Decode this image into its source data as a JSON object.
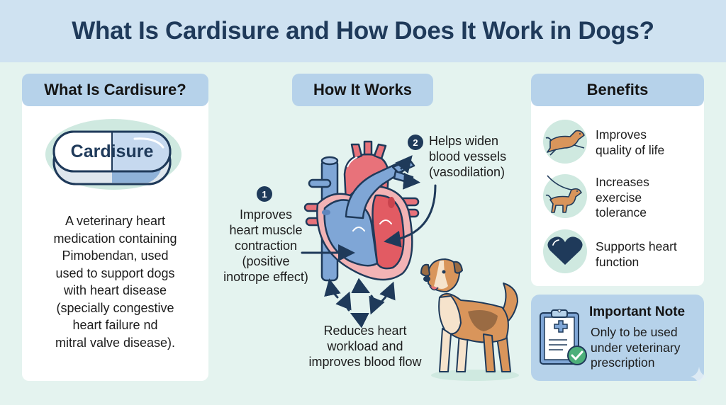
{
  "header": {
    "title": "What Is Cardisure and How Does It Work in Dogs?"
  },
  "what_is": {
    "heading": "What Is Cardisure?",
    "pill_label": "Cardisure",
    "description_lines": [
      "A veterinary heart",
      "medication containing",
      "Pimobendan, used",
      "used to support dogs",
      "with heart disease",
      "(specially congestive",
      "heart failure nd",
      "mitral valve disease)."
    ]
  },
  "how_it_works": {
    "heading": "How It Works",
    "step1": {
      "number": "1",
      "lines": [
        "Improves",
        "heart muscle",
        "contraction",
        "(positive",
        "inotrope effect)"
      ]
    },
    "step2": {
      "number": "2",
      "lines": [
        "Helps widen",
        "blood vessels",
        "(vasodilation)"
      ]
    },
    "step3": {
      "lines": [
        "Reduces heart",
        "workload and",
        "improves blood flow"
      ]
    }
  },
  "benefits": {
    "heading": "Benefits",
    "items": [
      {
        "icon": "running-dog-icon",
        "lines": [
          "Improves",
          "quality of life"
        ]
      },
      {
        "icon": "leashed-dog-icon",
        "lines": [
          "Increases",
          "exercise",
          "tolerance"
        ]
      },
      {
        "icon": "heart-icon",
        "lines": [
          "Supports heart",
          "function"
        ]
      }
    ]
  },
  "note": {
    "title": "Important Note",
    "lines": [
      "Only to be used",
      "under veterinary",
      "prescription"
    ]
  },
  "colors": {
    "navy": "#1f3a5a",
    "header_bg": "#cfe2f1",
    "heading_pill": "#b6d2ea",
    "page_bg": "#e4f3ef",
    "mint": "#cfe9e0",
    "heart_red": "#e8727a",
    "heart_blue": "#7fa6d6",
    "dog_tan": "#d9955b"
  }
}
